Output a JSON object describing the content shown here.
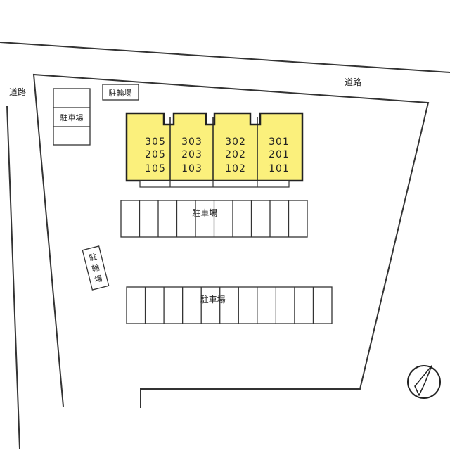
{
  "labels": {
    "road_top": "道路",
    "road_left": "道路",
    "bicycle_parking_top": "駐輪場",
    "bicycle_parking_side": [
      "駐",
      "輪",
      "場"
    ],
    "parking_small": "駐車場",
    "parking_middle": "駐車場",
    "parking_lower": "駐車場"
  },
  "building": {
    "fill": "#fbf07c",
    "units": [
      [
        "305",
        "205",
        "105"
      ],
      [
        "303",
        "203",
        "103"
      ],
      [
        "302",
        "202",
        "102"
      ],
      [
        "301",
        "201",
        "101"
      ]
    ]
  },
  "parking_rows": [
    {
      "label": "駐車場",
      "stalls": 10
    },
    {
      "label": "駐車場",
      "stalls": 11
    }
  ],
  "compass": {
    "icon": "north-arrow-icon"
  }
}
